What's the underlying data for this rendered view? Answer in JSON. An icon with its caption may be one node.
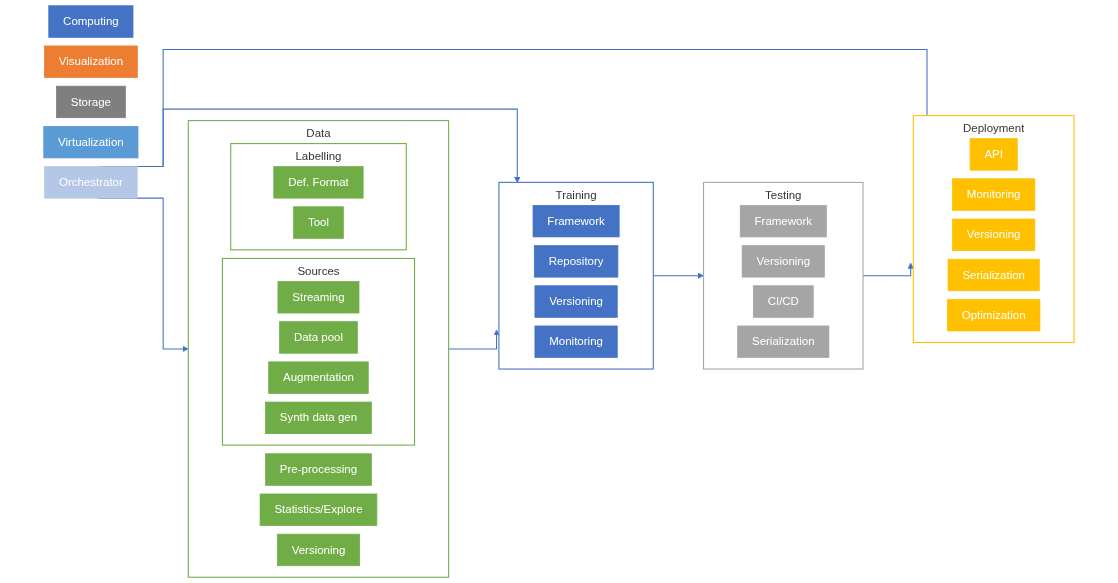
{
  "diagram": {
    "nodes": [
      {
        "text": [
          "Orchestrator"
        ]
      },
      {
        "text": [
          "Data"
        ]
      },
      {
        "text": [
          "Pre-processing"
        ],
        "in": 1
      },
      {
        "text": [
          "Statistics/Explore"
        ],
        "in": 1
      },
      {
        "text": [
          "Versioning"
        ],
        "in": 1
      },
      {
        "text": [
          "Sources"
        ],
        "in": 1
      },
      {
        "text": [
          "Streaming"
        ],
        "in": 5
      },
      {
        "text": [
          "Data pool"
        ],
        "in": 5
      },
      {
        "text": [
          "Augmentation"
        ],
        "in": 5
      },
      {
        "text": [
          "Synth data gen"
        ],
        "in": 5
      },
      {
        "text": [
          "Labelling"
        ],
        "in": 1
      },
      {
        "text": [
          "Def. Format"
        ],
        "in": 10
      },
      {
        "text": [
          "Tool"
        ],
        "in": 10
      },
      {
        "text": [
          "Training"
        ]
      },
      {
        "text": [
          "Framework"
        ],
        "in": 13
      },
      {
        "text": [
          "Repository"
        ],
        "in": 13
      },
      {
        "text": [
          "Versioning"
        ],
        "in": 13
      },
      {
        "text": [
          "Monitoring"
        ],
        "in": 13
      },
      {
        "text": [
          "Testing"
        ]
      },
      {
        "text": [
          "Framework"
        ],
        "in": 18
      },
      {
        "text": [
          "Versioning"
        ],
        "in": 18
      },
      {
        "text": [
          "CI/CD"
        ],
        "in": 18
      },
      {
        "text": [
          "Serialization"
        ],
        "in": 18
      },
      {
        "text": [
          "Deployment"
        ]
      },
      {
        "text": [
          "API"
        ],
        "in": 23
      },
      {
        "text": [
          "Monitoring"
        ],
        "in": 23
      },
      {
        "text": [
          "Versioning"
        ],
        "in": 23
      },
      {
        "text": [
          "Serialization"
        ],
        "in": 23
      },
      {
        "text": [
          "Optimization"
        ],
        "in": 23
      },
      {
        "text": [
          "Computing"
        ]
      },
      {
        "text": [
          "Visualization"
        ]
      },
      {
        "text": [
          "Storage"
        ]
      },
      {
        "text": [
          "Virtualization"
        ]
      }
    ],
    "edges": [
      {
        "from": 0,
        "to": 1,
        "arrow": "to"
      },
      {
        "from": 0,
        "to": 13,
        "arrow": "to"
      },
      {
        "from": 0,
        "to": 23,
        "arrow": "none"
      },
      {
        "from": 1,
        "to": 13,
        "arrow": "to"
      },
      {
        "from": 13,
        "to": 18,
        "arrow": "to"
      },
      {
        "from": 18,
        "to": 23,
        "arrow": "to"
      }
    ]
  }
}
